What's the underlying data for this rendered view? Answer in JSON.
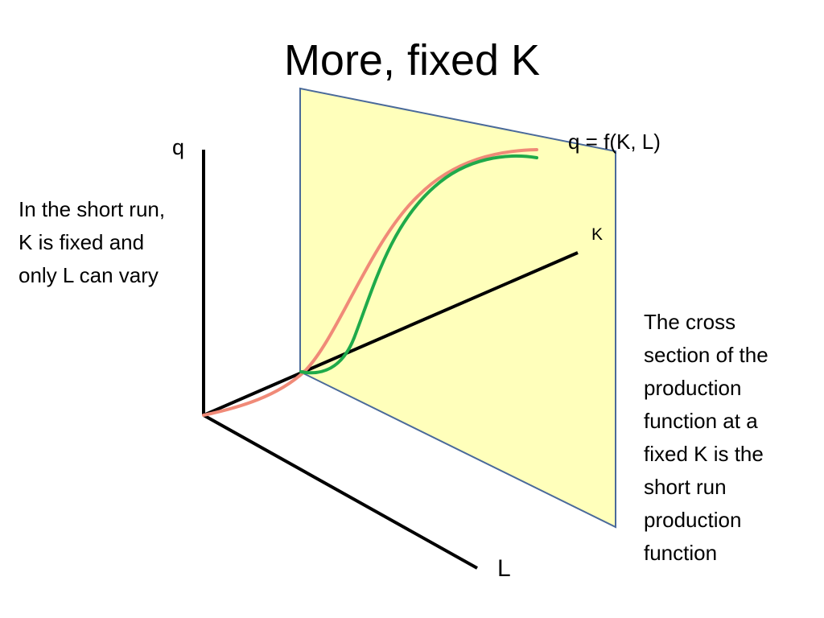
{
  "slide": {
    "title": "More, fixed K",
    "left_note": "In the short run, K is fixed and only L can vary",
    "right_note": "The cross section of the production function at a fixed K is the short run production function"
  },
  "diagram": {
    "axis_labels": {
      "vertical": "q",
      "labor": "L",
      "capital": "K"
    },
    "function_label": "q = f(K, L)",
    "colors": {
      "plane_fill": "#ffffbb",
      "plane_border": "#4a6a9a",
      "axes": "#000000",
      "full_curve": "#f08a78",
      "short_run_curve": "#1faa4a"
    }
  }
}
